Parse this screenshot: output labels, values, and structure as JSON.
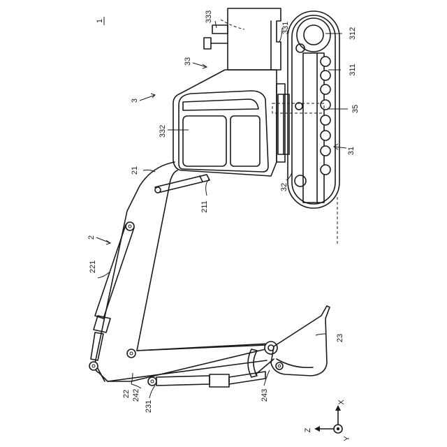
{
  "labels": {
    "fig_ref": "1",
    "ref_2": "2",
    "ref_3": "3",
    "ref_21": "21",
    "ref_22": "22",
    "ref_23": "23",
    "ref_31": "31",
    "ref_32": "32",
    "ref_33": "33",
    "ref_35": "35",
    "ref_211": "211",
    "ref_221": "221",
    "ref_231": "231",
    "ref_242": "242",
    "ref_243": "243",
    "ref_311": "311",
    "ref_312": "312",
    "ref_331": "331",
    "ref_332": "332",
    "ref_333": "333"
  },
  "axes": {
    "x": "X",
    "y": "Y",
    "z": "Z"
  }
}
